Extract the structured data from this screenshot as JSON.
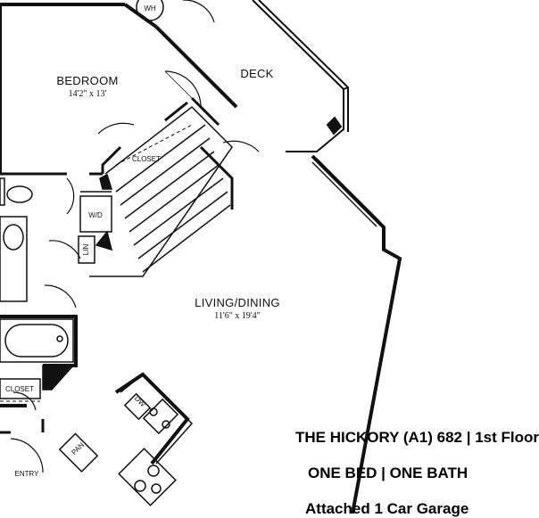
{
  "rooms": {
    "bedroom": {
      "name": "BEDROOM",
      "dims": "14'2\" x 13'"
    },
    "deck": {
      "name": "DECK"
    },
    "living": {
      "name": "LIVING/DINING",
      "dims": "11'6\" x 19'4\""
    }
  },
  "fixtures": {
    "wh": "WH",
    "closet_upper": "CLOSET",
    "wd": "W/D",
    "lin": "LIN",
    "closet_lower": "CLOSET",
    "dw": "DW",
    "pan": "PAN",
    "entry": "ENTRY"
  },
  "caption": {
    "title": "THE HICKORY (A1) 682 | 1st Floor",
    "bed_bath": "ONE BED | ONE BATH",
    "garage": "Attached 1 Car Garage"
  }
}
